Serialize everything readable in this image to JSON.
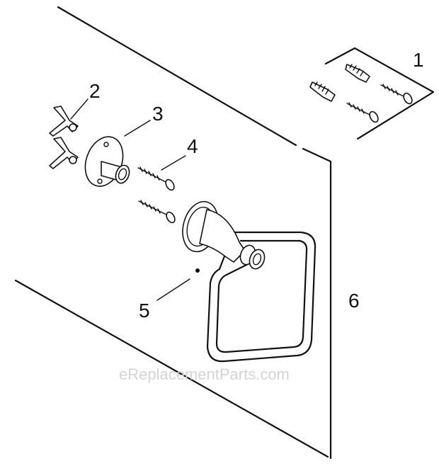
{
  "diagram": {
    "callouts": {
      "screws_anchors_kit": "1",
      "set_screw_wrench": "2",
      "mounting_bracket": "3",
      "wall_screw": "4",
      "set_screw": "5",
      "wall": "6"
    },
    "watermark": "eReplacementParts.com"
  }
}
